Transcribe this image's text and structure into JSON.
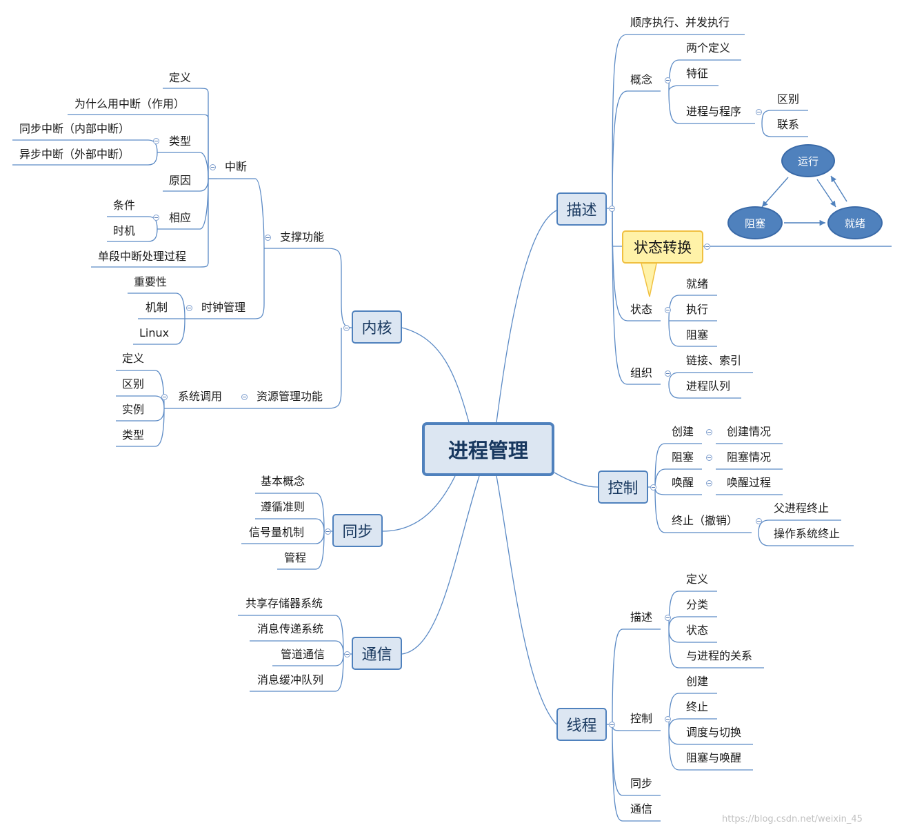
{
  "center": "进程管理",
  "kernel": {
    "title": "内核",
    "support": {
      "title": "支撑功能",
      "interrupt": {
        "title": "中断",
        "definition": "定义",
        "why": "为什么用中断（作用）",
        "types": {
          "title": "类型",
          "sync": "同步中断（内部中断）",
          "async": "异步中断（外部中断）"
        },
        "cause": "原因",
        "response": {
          "title": "相应",
          "condition": "条件",
          "timing": "时机"
        },
        "single": "单段中断处理过程"
      },
      "clock": {
        "title": "时钟管理",
        "importance": "重要性",
        "mechanism": "机制",
        "linux": "Linux"
      }
    },
    "resource": {
      "title": "资源管理功能",
      "syscall": {
        "title": "系统调用",
        "definition": "定义",
        "difference": "区别",
        "example": "实例",
        "types": "类型"
      }
    }
  },
  "sync": {
    "title": "同步",
    "items": [
      "基本概念",
      "遵循准则",
      "信号量机制",
      "管程"
    ]
  },
  "comm": {
    "title": "通信",
    "items": [
      "共享存储器系统",
      "消息传递系统",
      "管道通信",
      "消息缓冲队列"
    ]
  },
  "describe": {
    "title": "描述",
    "seq": "顺序执行、并发执行",
    "concept": {
      "title": "概念",
      "two_defs": "两个定义",
      "features": "特征",
      "proc_prog": {
        "title": "进程与程序",
        "diff": "区别",
        "link": "联系"
      }
    },
    "state_transition": "状态转换",
    "state_diagram": {
      "running": "运行",
      "blocked": "阻塞",
      "ready": "就绪"
    },
    "state": {
      "title": "状态",
      "ready": "就绪",
      "exec": "执行",
      "blocked": "阻塞"
    },
    "org": {
      "title": "组织",
      "link": "链接、索引",
      "queue": "进程队列"
    }
  },
  "control": {
    "title": "控制",
    "create": {
      "title": "创建",
      "detail": "创建情况"
    },
    "block": {
      "title": "阻塞",
      "detail": "阻塞情况"
    },
    "wake": {
      "title": "唤醒",
      "detail": "唤醒过程"
    },
    "terminate": {
      "title": "终止（撤销）",
      "parent": "父进程终止",
      "os": "操作系统终止"
    }
  },
  "thread": {
    "title": "线程",
    "describe": {
      "title": "描述",
      "items": [
        "定义",
        "分类",
        "状态",
        "与进程的关系"
      ]
    },
    "control": {
      "title": "控制",
      "items": [
        "创建",
        "终止",
        "调度与切换",
        "阻塞与唤醒"
      ]
    },
    "sync": "同步",
    "comm": "通信"
  },
  "watermark": "https://blog.csdn.net/weixin_45"
}
